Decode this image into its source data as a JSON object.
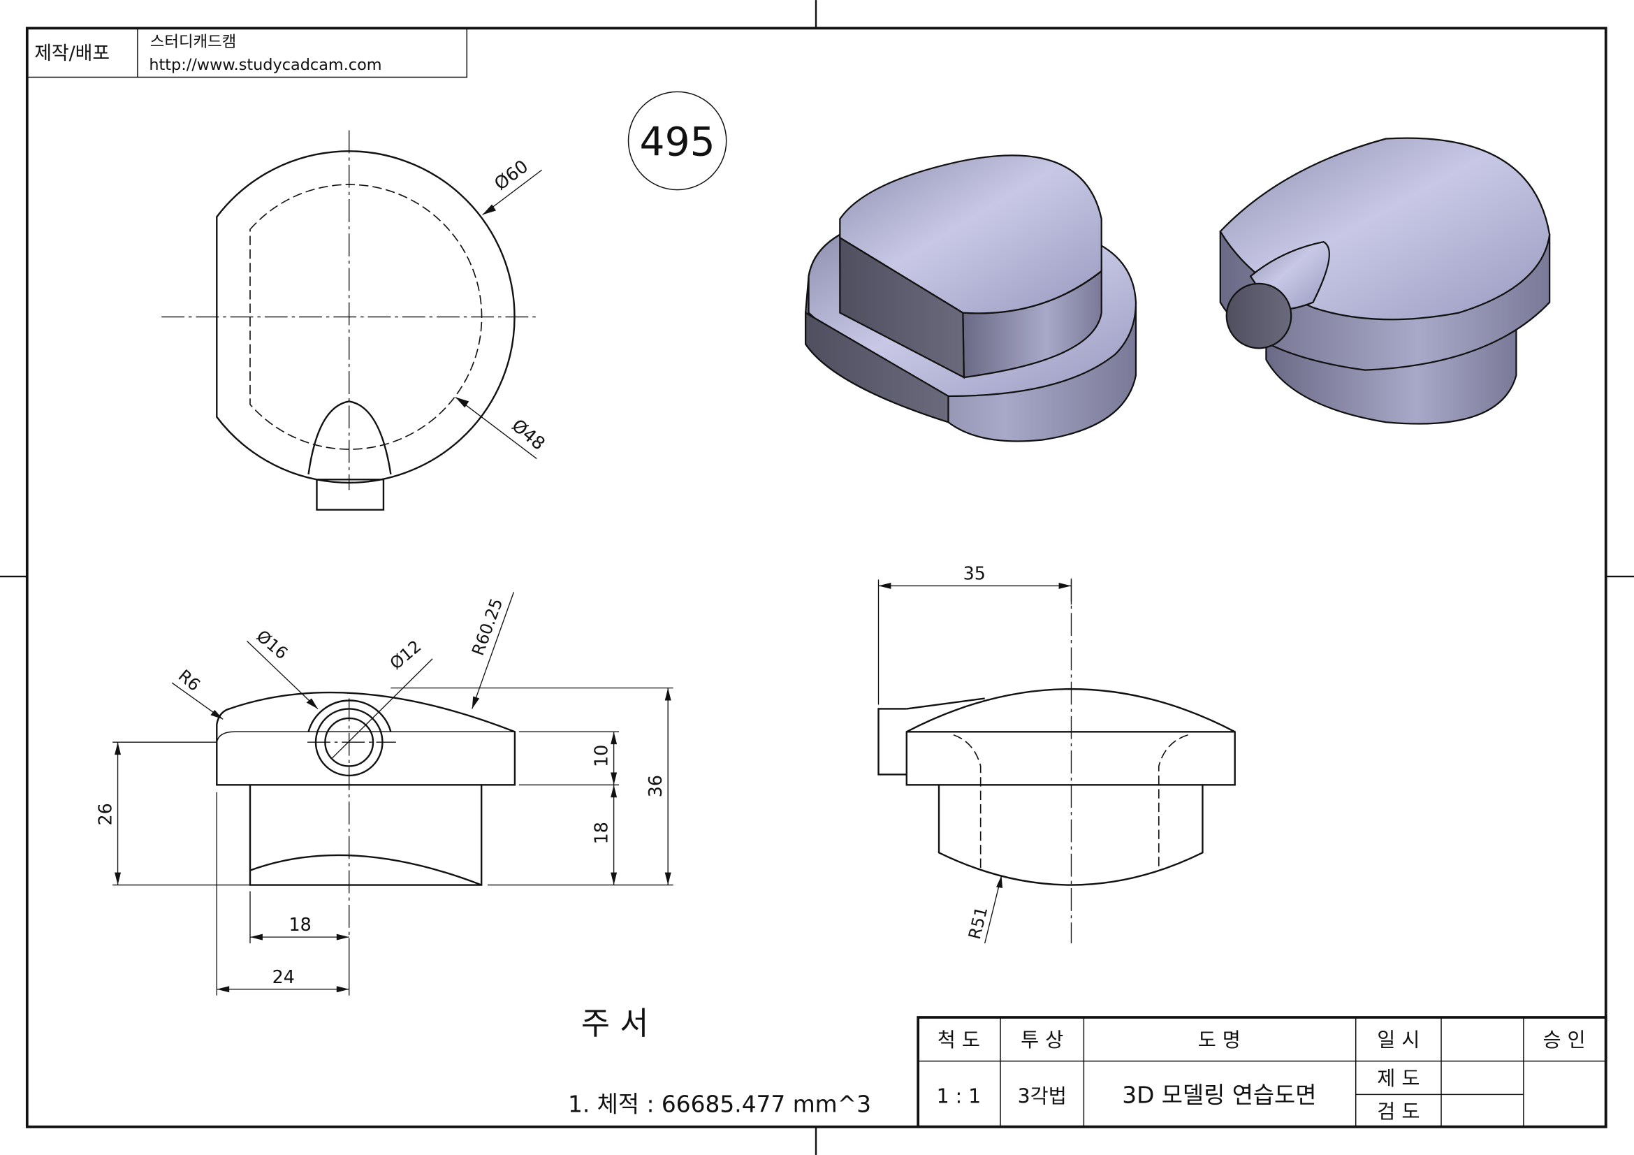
{
  "header": {
    "label": "제작/배포",
    "company": "스터디캐드캠",
    "url": "http://www.studycadcam.com"
  },
  "drawing_number": "495",
  "dimensions": {
    "d60": "Ø60",
    "d48": "Ø48",
    "r6": "R6",
    "d16": "Ø16",
    "d12": "Ø12",
    "r6025": "R60.25",
    "h26": "26",
    "h10": "10",
    "h18v": "18",
    "h36": "36",
    "w18": "18",
    "w24": "24",
    "w35": "35",
    "r51": "R51"
  },
  "notes": {
    "title": "주   서",
    "item1": "1. 체적 : 66685.477 mm^3"
  },
  "title_block": {
    "scale_label": "척   도",
    "projection_label": "투   상",
    "name_label": "도         명",
    "date_label": "일   시",
    "approve_label": "승   인",
    "scale_value": "1 : 1",
    "projection_value": "3각법",
    "name_value": "3D 모델링 연습도면",
    "drawn_label": "제   도",
    "checked_label": "검   도"
  },
  "colors": {
    "shade_light": "#c9c9e6",
    "shade_dark": "#5a5a6e"
  }
}
